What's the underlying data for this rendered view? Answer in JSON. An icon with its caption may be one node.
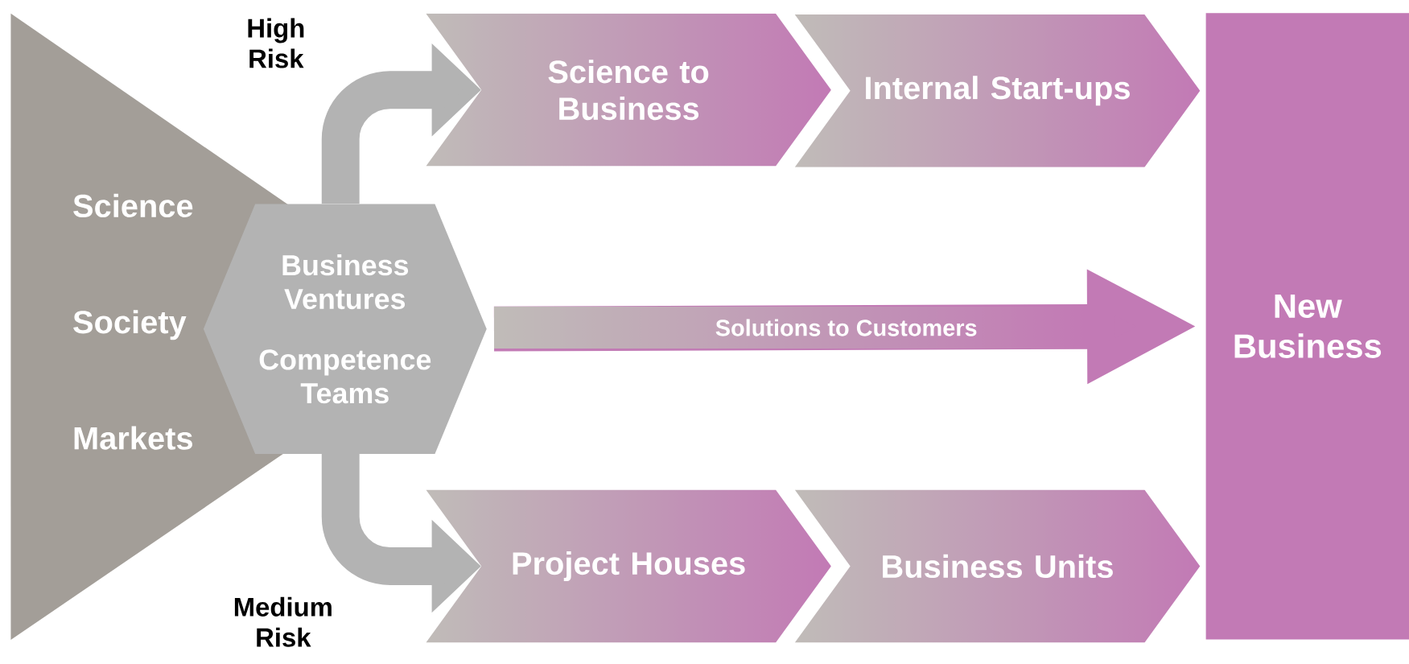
{
  "diagram": {
    "nodes": [
      {
        "text": [
          "Science",
          "Society",
          "Markets"
        ]
      },
      {
        "text": [
          "Business Ventures",
          "Competence Teams"
        ]
      },
      {
        "text": [
          "Science to Business"
        ]
      },
      {
        "text": [
          "Internal Start-ups"
        ]
      },
      {
        "text": [
          "Project Houses"
        ]
      },
      {
        "text": [
          "Business Units"
        ]
      },
      {
        "text": [
          "New Business"
        ]
      }
    ],
    "edges": [
      {
        "from": 1,
        "to": 2,
        "arrow": "to"
      },
      {
        "from": 1,
        "to": 4,
        "arrow": "to"
      },
      {
        "from": 1,
        "to": 6,
        "arrow": "to",
        "label": "Solutions to Customers"
      }
    ],
    "labels": [
      "High Risk",
      "Medium Risk"
    ]
  }
}
